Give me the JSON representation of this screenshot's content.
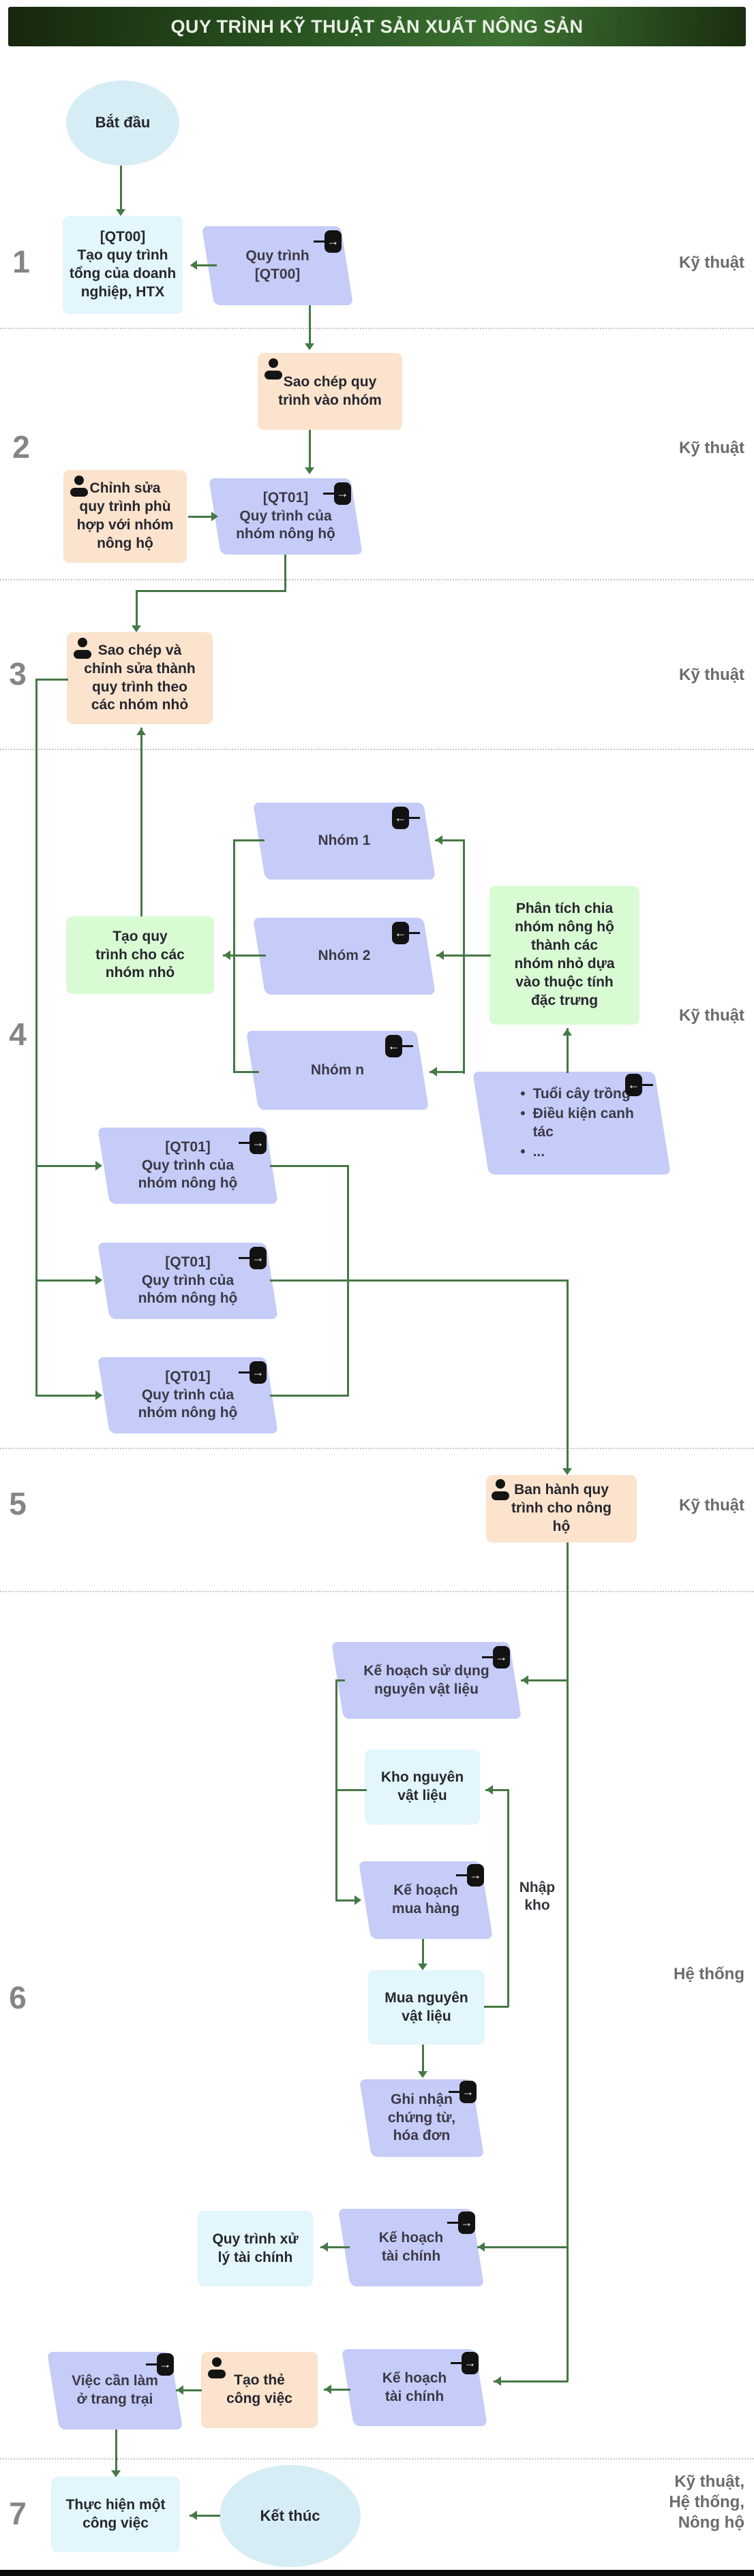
{
  "header": {
    "title": "QUY TRÌNH KỸ THUẬT SẢN XUẤT NÔNG SẢN"
  },
  "lanes": [
    {
      "num": "1",
      "label": "Kỹ thuật"
    },
    {
      "num": "2",
      "label": "Kỹ thuật"
    },
    {
      "num": "3",
      "label": "Kỹ thuật"
    },
    {
      "num": "4",
      "label": "Kỹ thuật"
    },
    {
      "num": "5",
      "label": "Kỹ thuật"
    },
    {
      "num": "6",
      "label": "Hệ thống"
    },
    {
      "num": "7",
      "label": "Kỹ thuật,\nHệ thống,\nNông hộ"
    }
  ],
  "nodes": {
    "start": "Bắt đầu",
    "qt00_task": "[QT00]\nTạo quy trình\ntổng của doanh\nnghiệp, HTX",
    "qt00_data": "Quy trình\n[QT00]",
    "copy_to_group": "Sao chép quy\ntrình vào nhóm",
    "edit_for_group": "Chỉnh sửa\nquy trình phù\nhợp với nhóm\nnông hộ",
    "qt01_data": "[QT01]\nQuy trình của\nnhóm nông hộ",
    "copy_edit_subgroups": "Sao chép và\nchỉnh sửa thành\nquy trình theo\ncác nhóm nhỏ",
    "group_1": "Nhóm 1",
    "group_2": "Nhóm 2",
    "group_n": "Nhóm n",
    "analyze_split": "Phân tích chia\nnhóm nông hộ\nthành các\nnhóm nhỏ dựa\nvào thuộc tính\nđặc trưng",
    "attributes": [
      "Tuổi cây trồng",
      "Điều kiện canh\ntác",
      "..."
    ],
    "create_for_subgroups": "Tạo quy\ntrình cho các\nnhóm nhỏ",
    "qt01_out": "[QT01]\nQuy trình của\nnhóm nông hộ",
    "issue_process": "Ban hành quy\ntrình cho nông\nhộ",
    "material_usage_plan": "Kế hoạch sử dụng\nnguyên vật liệu",
    "material_store": "Kho nguyên\nvật liệu",
    "purchase_plan": "Kế hoạch\nmua hàng",
    "buy_materials": "Mua nguyên\nvật liệu",
    "record_invoices": "Ghi nhận\nchứng từ,\nhóa đơn",
    "finance_process": "Quy trình xử\nlý tài chính",
    "finance_plan": "Kế hoạch\ntài chính",
    "farm_tasks": "Việc cần làm\nở trang trại",
    "create_task_card": "Tạo thẻ\ncông việc",
    "do_task": "Thực hiện một\ncông việc",
    "end": "Kết thúc"
  },
  "edge_labels": {
    "nhap_kho": "Nhập\nkho"
  },
  "icons": {
    "export_glyph": "→",
    "import_glyph": "←",
    "bullet_glyph": "•",
    "person_icon": "person-silhouette"
  },
  "colors": {
    "arrow_green": "#457845",
    "parallelogram_lavender": "#c6ccf8",
    "task_orange": "#fbe3cd",
    "analysis_green": "#d9fbd3",
    "document_cyan": "#e2f6fc",
    "terminal_cyan": "#d7edf5",
    "lane_label_gray": "#6b6b6b",
    "header_green": "#2c5a24"
  }
}
